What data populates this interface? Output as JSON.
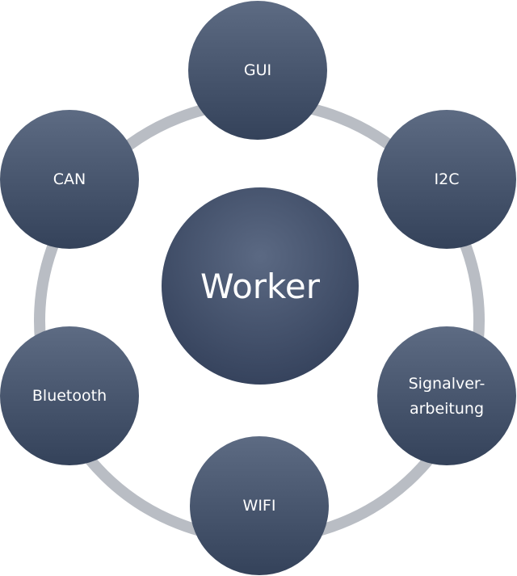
{
  "diagram": {
    "center": {
      "label": "Worker"
    },
    "nodes": [
      {
        "id": "gui",
        "label": "GUI"
      },
      {
        "id": "i2c",
        "label": "I2C"
      },
      {
        "id": "signal",
        "label_line1": "Signalver-",
        "label_line2": "arbeitung"
      },
      {
        "id": "wifi",
        "label": "WIFI"
      },
      {
        "id": "bluetooth",
        "label": "Bluetooth"
      },
      {
        "id": "can",
        "label": "CAN"
      }
    ],
    "colors": {
      "node_top": "#5d6b83",
      "node_bottom": "#34425a",
      "ring": "#b9bdc4",
      "text": "#ffffff"
    }
  }
}
